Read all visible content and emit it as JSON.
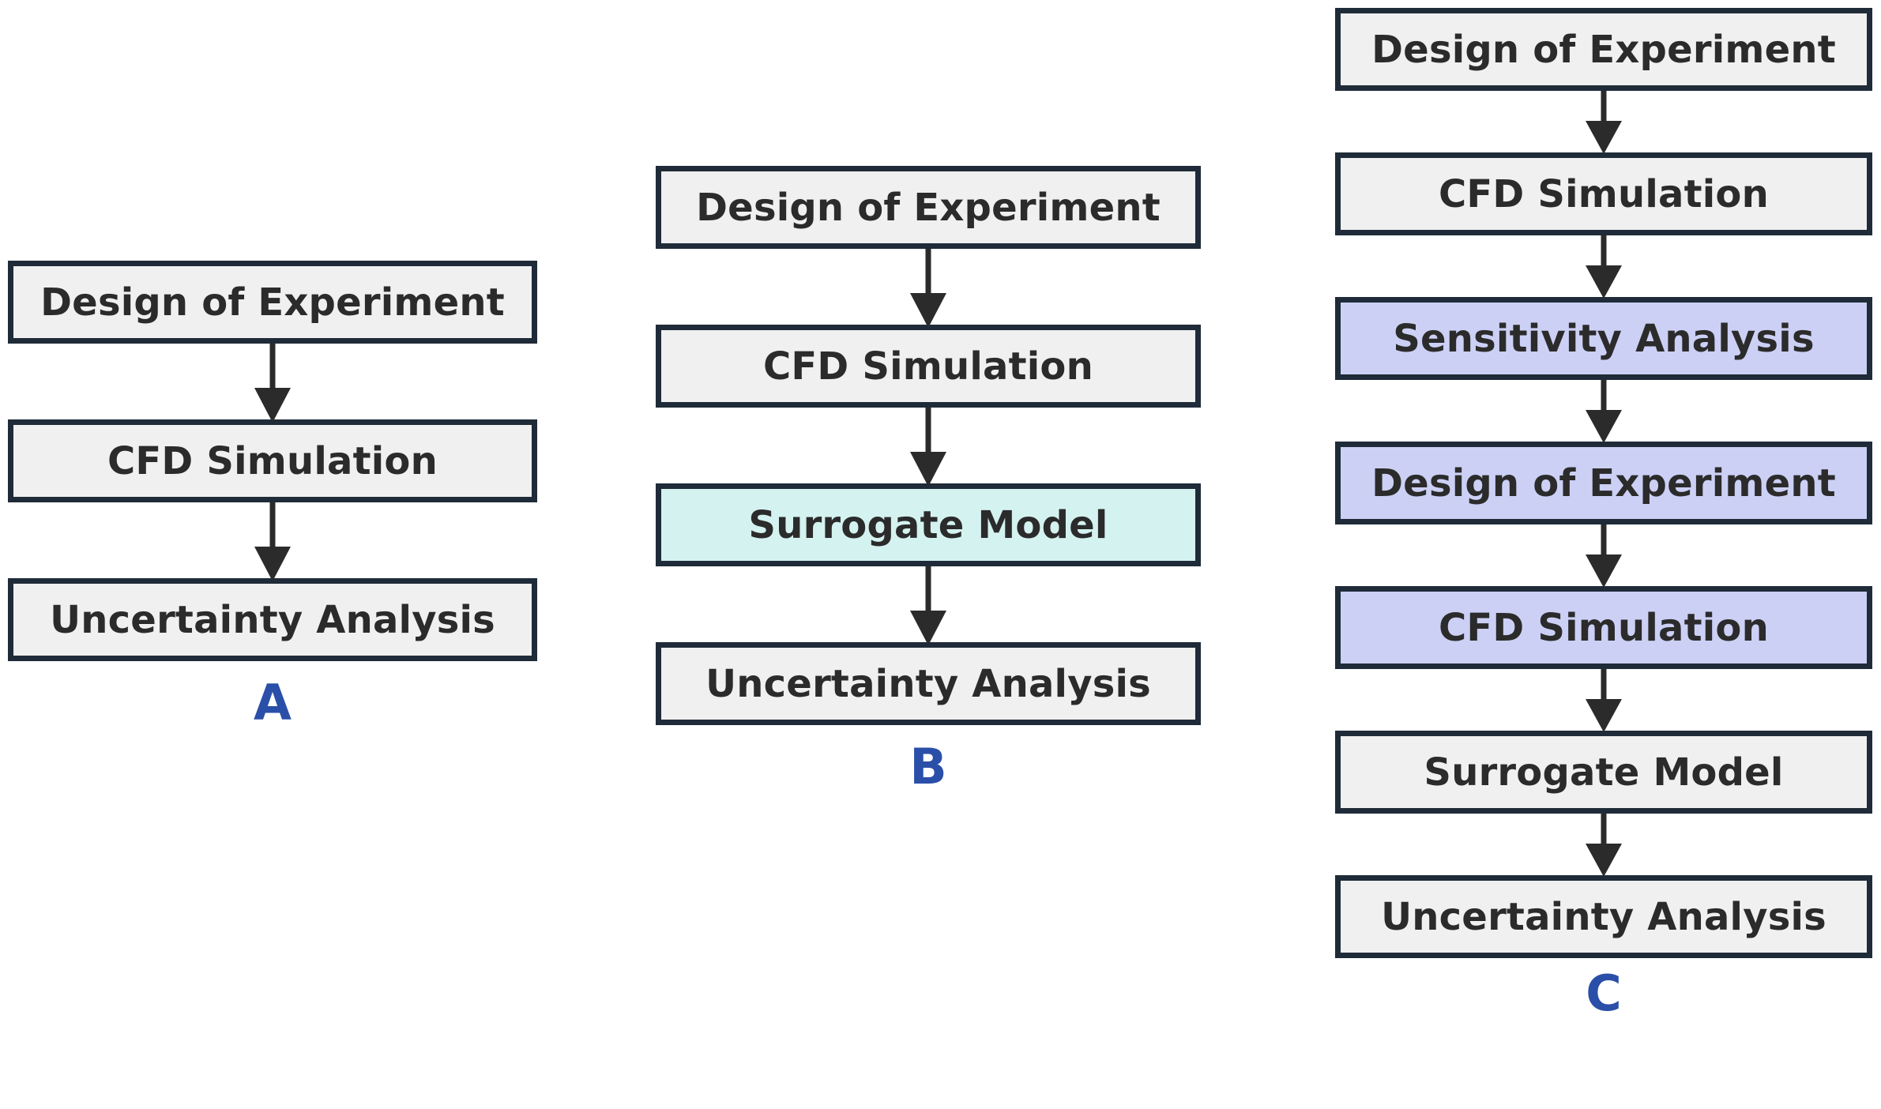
{
  "figure": {
    "type": "flowchart",
    "orientation": "vertical",
    "panel_count": 3,
    "background": "#ffffff",
    "colors": {
      "node_border": "#1f2b38",
      "node_fill_default": "#f0f0f0",
      "node_fill_teal": "#d4f2f0",
      "node_fill_lavender": "#ccd0f5",
      "node_text": "#2b2b2b",
      "arrow": "#2b2b2b",
      "panel_label": "#2a4fa8"
    }
  },
  "panels": [
    {
      "id": "A",
      "label": "A",
      "nodes": [
        {
          "label": "Design of Experiment",
          "fill": "default"
        },
        {
          "label": "CFD Simulation",
          "fill": "default"
        },
        {
          "label": "Uncertainty Analysis",
          "fill": "default"
        }
      ],
      "edges": [
        {
          "from": "Design of Experiment",
          "to": "CFD Simulation",
          "style": "arrow-down"
        },
        {
          "from": "CFD Simulation",
          "to": "Uncertainty Analysis",
          "style": "arrow-down"
        }
      ]
    },
    {
      "id": "B",
      "label": "B",
      "nodes": [
        {
          "label": "Design of Experiment",
          "fill": "default"
        },
        {
          "label": "CFD Simulation",
          "fill": "default"
        },
        {
          "label": "Surrogate Model",
          "fill": "teal"
        },
        {
          "label": "Uncertainty Analysis",
          "fill": "default"
        }
      ],
      "edges": [
        {
          "from": "Design of Experiment",
          "to": "CFD Simulation",
          "style": "arrow-down"
        },
        {
          "from": "CFD Simulation",
          "to": "Surrogate Model",
          "style": "arrow-down"
        },
        {
          "from": "Surrogate Model",
          "to": "Uncertainty Analysis",
          "style": "arrow-down"
        }
      ]
    },
    {
      "id": "C",
      "label": "C",
      "nodes": [
        {
          "label": "Design of Experiment",
          "fill": "default"
        },
        {
          "label": "CFD Simulation",
          "fill": "default"
        },
        {
          "label": "Sensitivity Analysis",
          "fill": "lavender"
        },
        {
          "label": "Design of Experiment",
          "fill": "lavender"
        },
        {
          "label": "CFD Simulation",
          "fill": "lavender"
        },
        {
          "label": "Surrogate Model",
          "fill": "default"
        },
        {
          "label": "Uncertainty Analysis",
          "fill": "default"
        }
      ],
      "edges": [
        {
          "from": "Design of Experiment",
          "to": "CFD Simulation",
          "style": "arrow-down"
        },
        {
          "from": "CFD Simulation",
          "to": "Sensitivity Analysis",
          "style": "arrow-down"
        },
        {
          "from": "Sensitivity Analysis",
          "to": "Design of Experiment",
          "style": "arrow-down"
        },
        {
          "from": "Design of Experiment",
          "to": "CFD Simulation",
          "style": "arrow-down"
        },
        {
          "from": "CFD Simulation",
          "to": "Surrogate Model",
          "style": "arrow-down"
        },
        {
          "from": "Surrogate Model",
          "to": "Uncertainty Analysis",
          "style": "arrow-down"
        }
      ]
    }
  ]
}
